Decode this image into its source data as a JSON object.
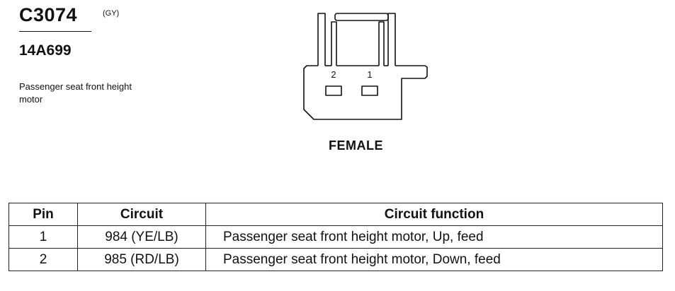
{
  "connector": {
    "code": "C3074",
    "color": "(GY)",
    "part_number": "14A699",
    "description": "Passenger seat front height motor",
    "gender": "FEMALE",
    "pin_labels": [
      "2",
      "1"
    ]
  },
  "table": {
    "headers": [
      "Pin",
      "Circuit",
      "Circuit function"
    ],
    "rows": [
      {
        "pin": "1",
        "circuit": "984 (YE/LB)",
        "function": "Passenger seat front height motor, Up, feed"
      },
      {
        "pin": "2",
        "circuit": "985 (RD/LB)",
        "function": "Passenger seat front height motor, Down, feed"
      }
    ]
  }
}
